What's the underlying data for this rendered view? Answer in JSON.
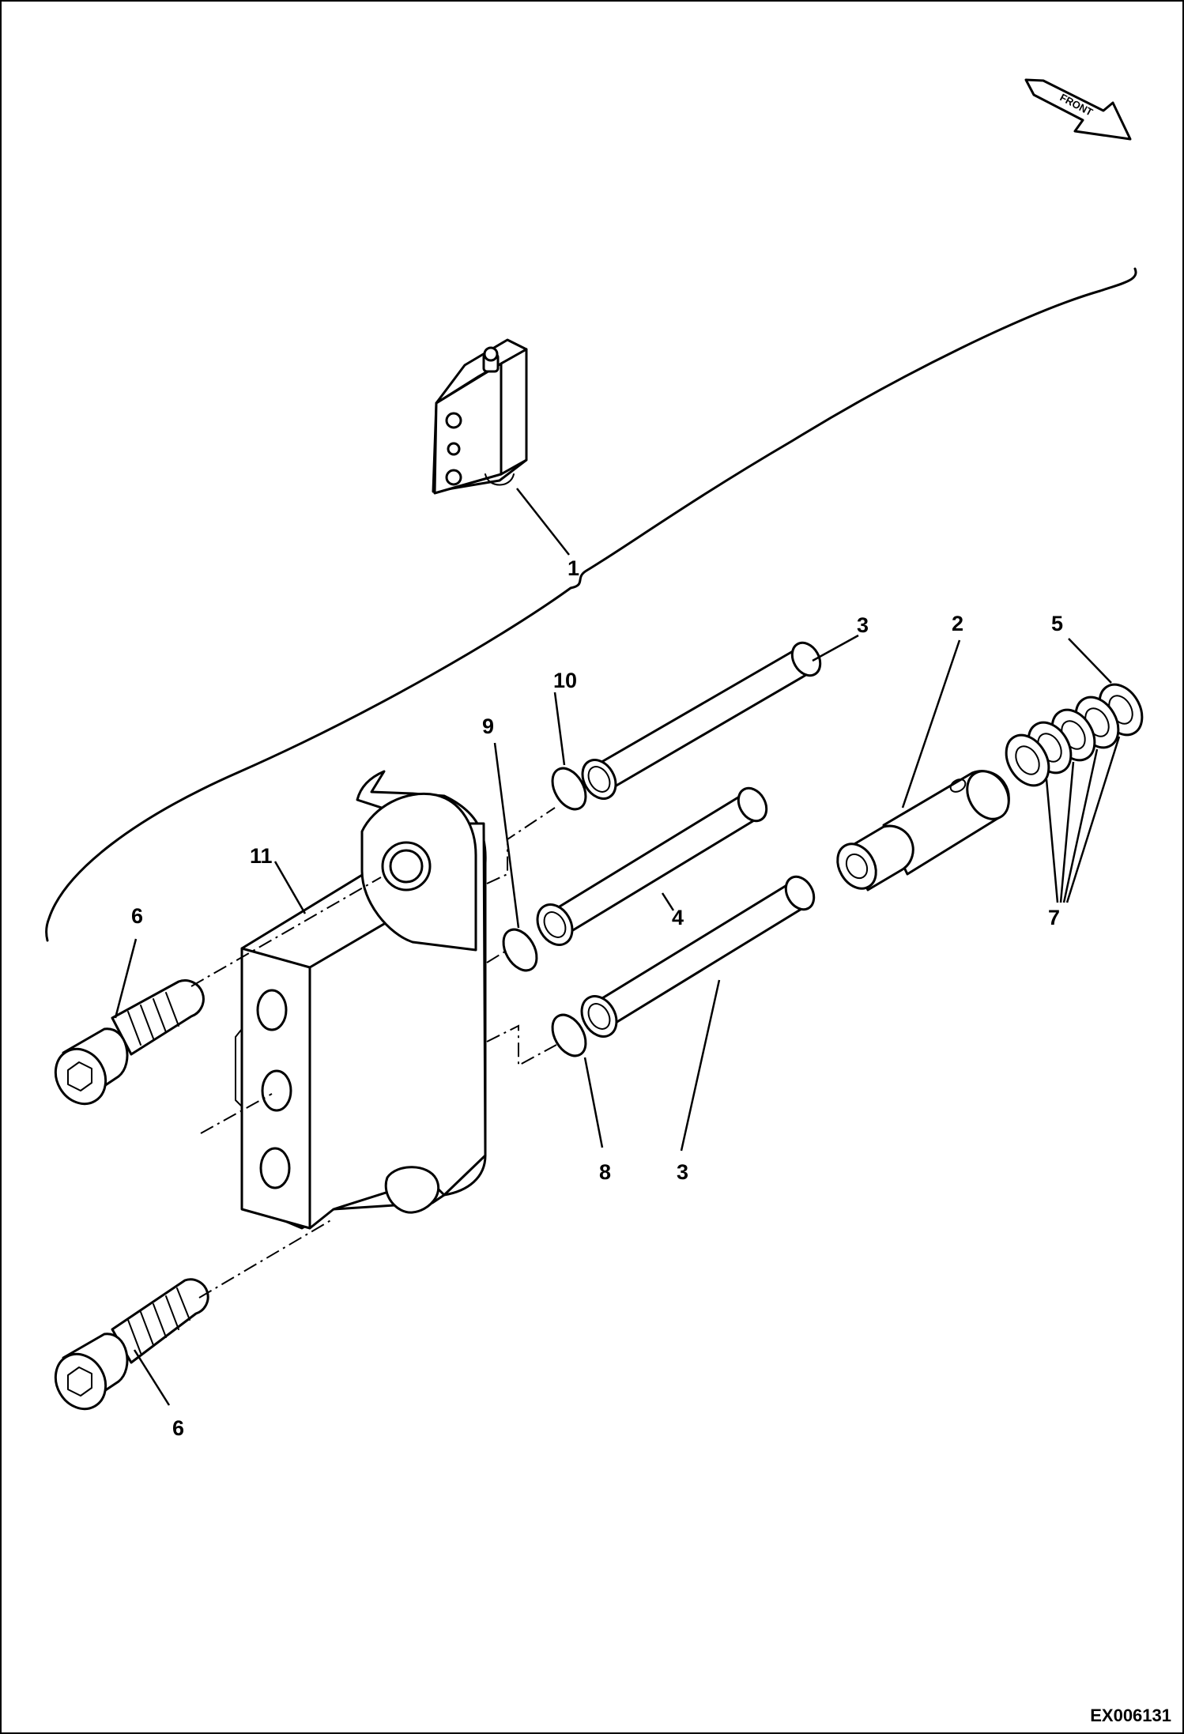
{
  "diagram": {
    "front_label": "FRONT",
    "reference": "EX006131",
    "callouts": {
      "c1": "1",
      "c2": "2",
      "c3_top": "3",
      "c3_bottom": "3",
      "c4": "4",
      "c5": "5",
      "c6_top": "6",
      "c6_bottom": "6",
      "c7": "7",
      "c8": "8",
      "c9": "9",
      "c10": "10",
      "c11": "11"
    }
  }
}
